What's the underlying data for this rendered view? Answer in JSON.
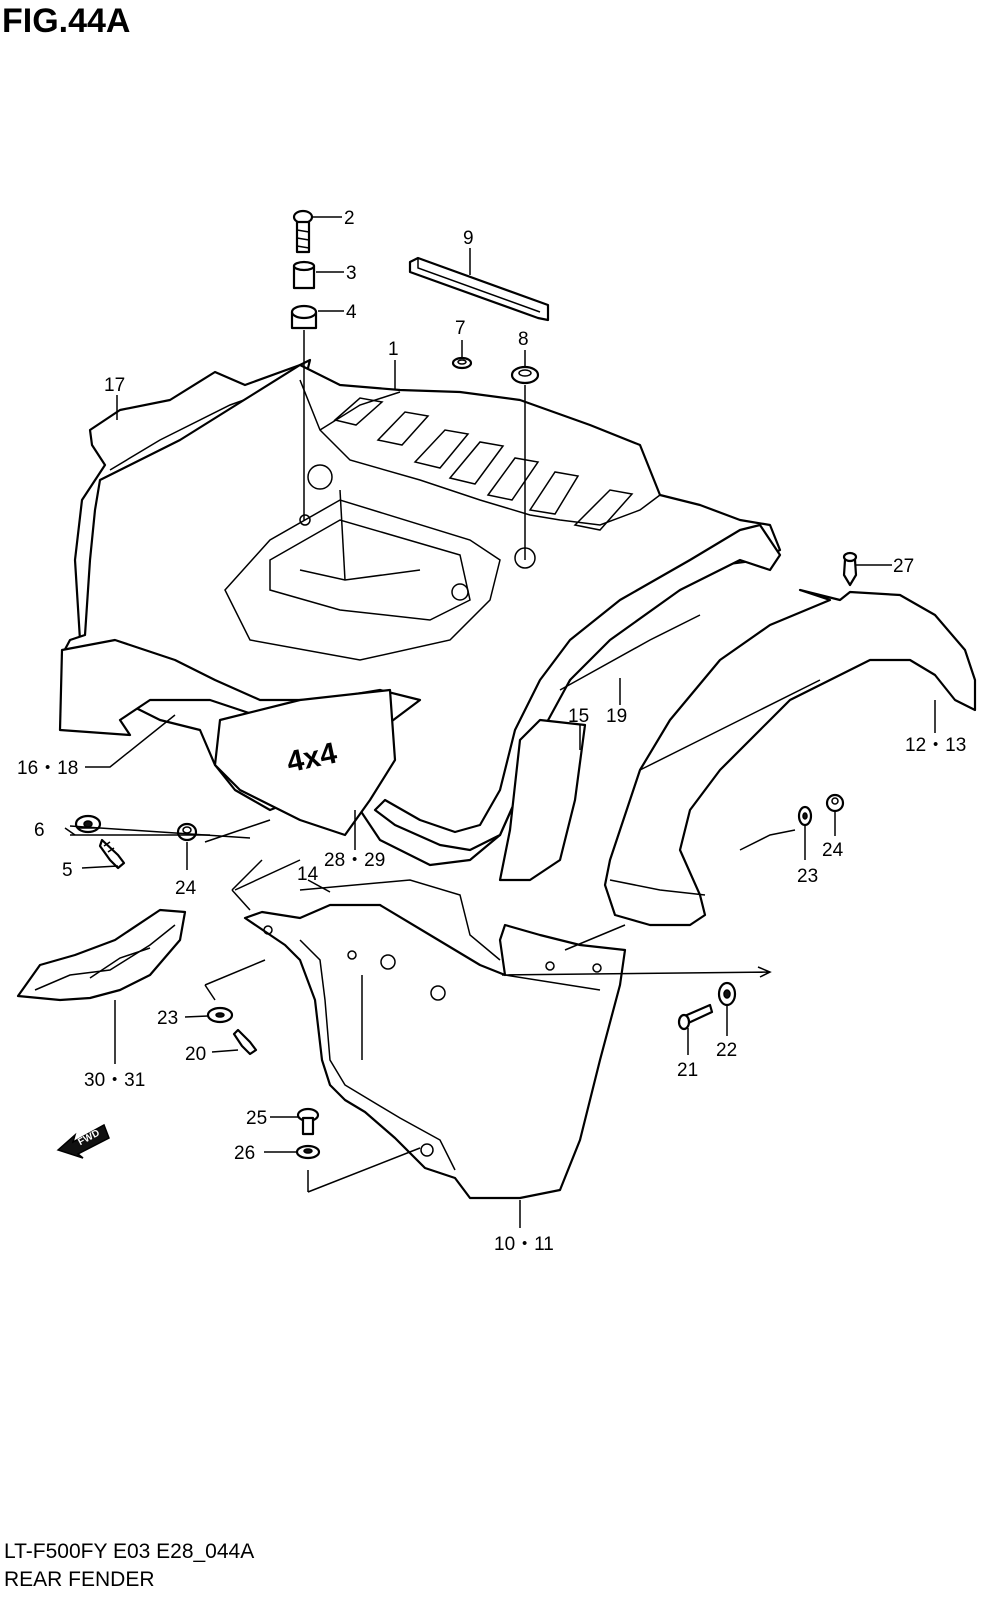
{
  "figure": {
    "title": "FIG.44A"
  },
  "footer": {
    "model_code": "LT-F500FY E03 E28_044A",
    "section_name": "REAR FENDER"
  },
  "callouts": {
    "c1": "1",
    "c2": "2",
    "c3": "3",
    "c4": "4",
    "c5": "5",
    "c6": "6",
    "c7": "7",
    "c8": "8",
    "c9": "9",
    "c10_11": "10・11",
    "c12_13": "12・13",
    "c14": "14",
    "c15": "15",
    "c16_18": "16・18",
    "c17": "17",
    "c19": "19",
    "c20": "20",
    "c21": "21",
    "c22": "22",
    "c23a": "23",
    "c23b": "23",
    "c24a": "24",
    "c24b": "24",
    "c25": "25",
    "c26": "26",
    "c27": "27",
    "c28_29": "28・29",
    "c30_31": "30・31"
  },
  "fwd_arrow": {
    "label": "FWD",
    "icon": "forward-arrow-icon"
  },
  "decal_text": "4x4",
  "colors": {
    "ink": "#000000",
    "paper": "#ffffff"
  }
}
